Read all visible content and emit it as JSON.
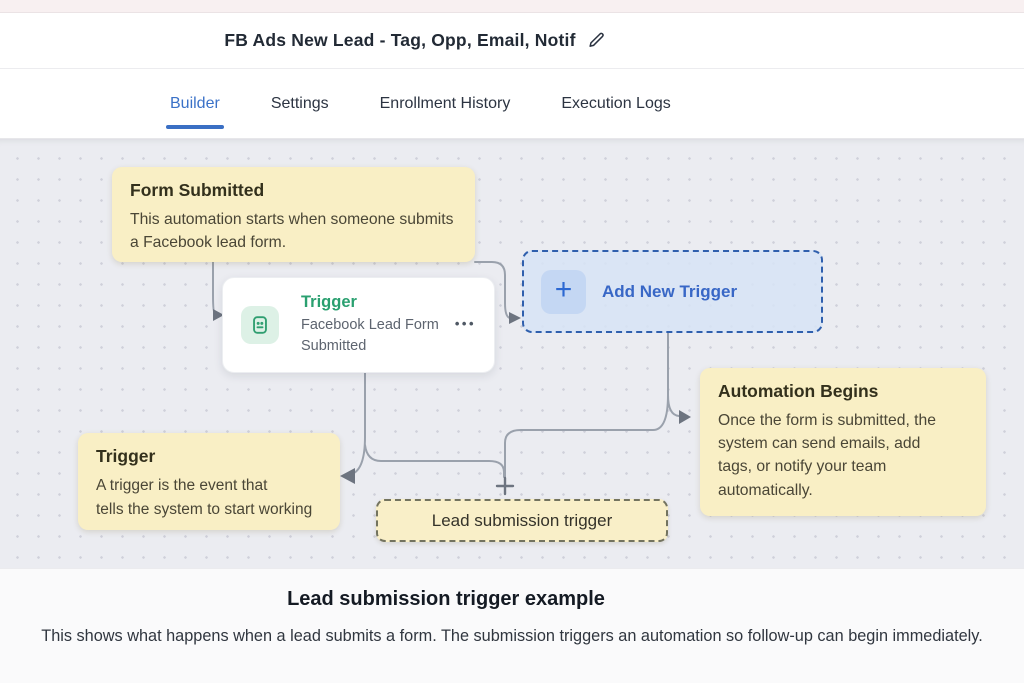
{
  "header": {
    "title": "FB Ads New Lead - Tag, Opp, Email, Notif",
    "edit_icon": "pencil-icon"
  },
  "tabs": [
    {
      "label": "Builder",
      "active": true
    },
    {
      "label": "Settings",
      "active": false
    },
    {
      "label": "Enrollment History",
      "active": false
    },
    {
      "label": "Execution Logs",
      "active": false
    }
  ],
  "canvas": {
    "form_submitted": {
      "title": "Form Submitted",
      "body": "This automation starts when someone submits a Facebook lead form."
    },
    "trigger_card": {
      "title": "Trigger",
      "subtitle": "Facebook Lead Form Submitted",
      "icon": "form-icon",
      "menu": "•••"
    },
    "add_new_trigger": {
      "label": "Add New Trigger",
      "plus": "+"
    },
    "trigger_note": {
      "title": "Trigger",
      "body_line1": "A trigger is the event that",
      "body_line2": "tells the system to start working"
    },
    "automation_begins": {
      "title": "Automation Begins",
      "body": "Once the form is submitted, the system can send emails, add tags, or notify your team automatically."
    },
    "lead_pill": {
      "label": "Lead submission trigger"
    }
  },
  "footer": {
    "heading": "Lead submission trigger example",
    "body": "This shows what happens when a lead submits a form. The submission triggers an automation so follow-up can begin immediately."
  },
  "colors": {
    "accent_blue": "#3a6fc4",
    "trigger_green": "#2aa070",
    "note_yellow": "#f9efc5",
    "canvas_bg": "#ebecf1",
    "add_trigger_bg": "#d7e4f6",
    "add_trigger_border": "#2f5fad",
    "connector_gray": "#9aa1ac",
    "top_strip_pink": "#f8f0f1"
  }
}
